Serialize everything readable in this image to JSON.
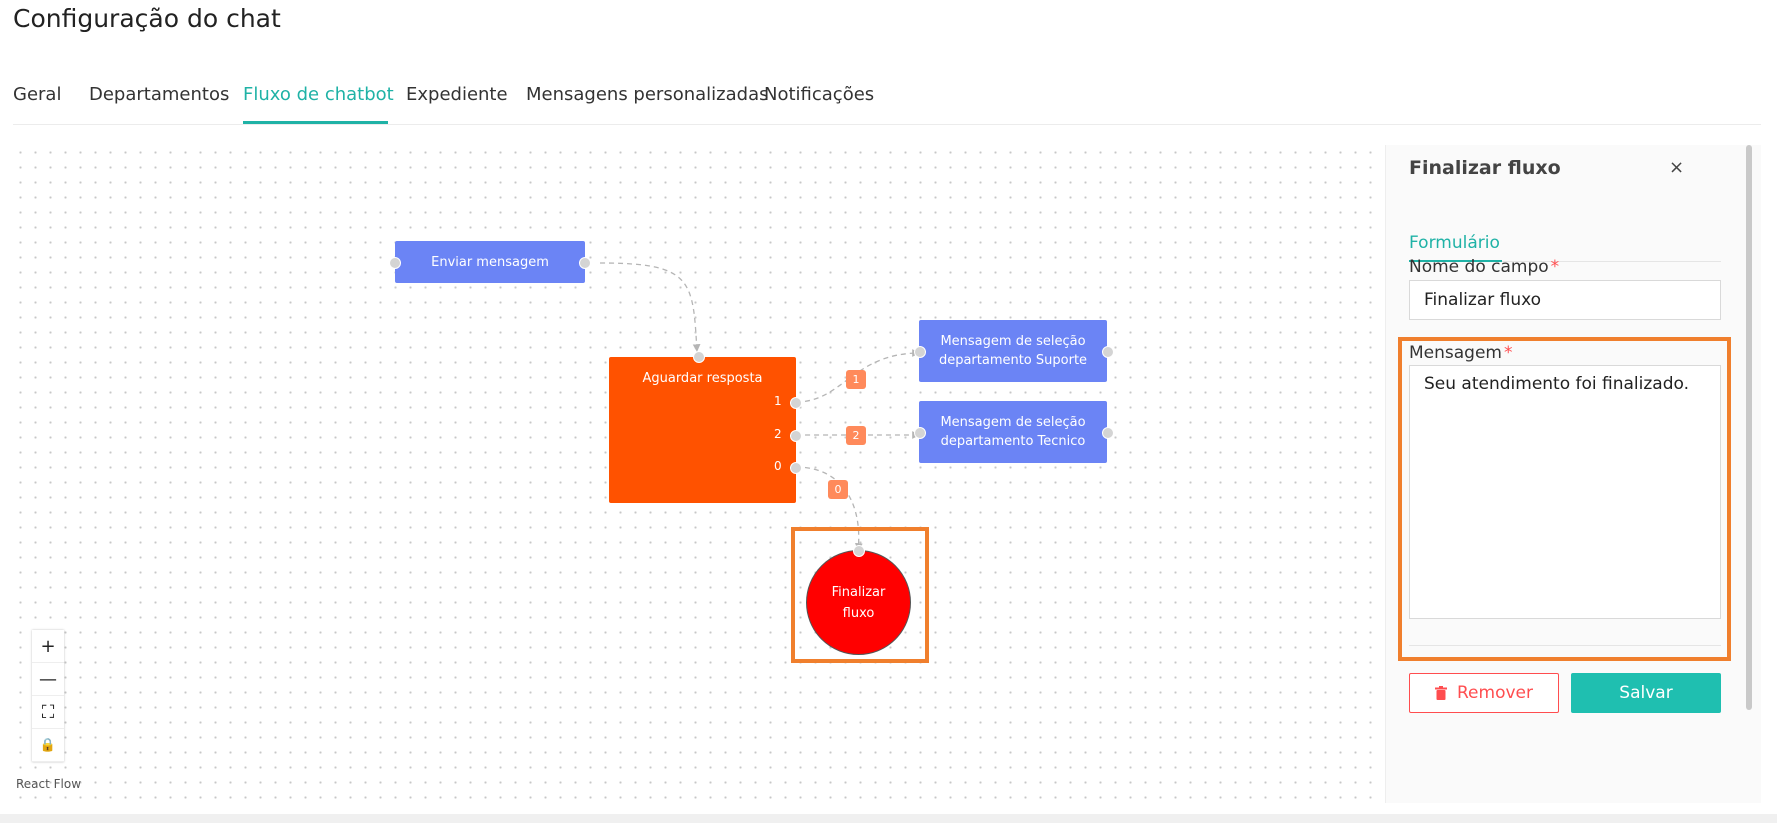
{
  "page": {
    "title": "Configuração do chat"
  },
  "tabs": [
    {
      "label": "Geral",
      "active": false
    },
    {
      "label": "Departamentos",
      "active": false
    },
    {
      "label": "Fluxo de chatbot",
      "active": true
    },
    {
      "label": "Expediente",
      "active": false
    },
    {
      "label": "Mensagens personalizadas",
      "active": false
    },
    {
      "label": "Notificações",
      "active": false
    }
  ],
  "flow": {
    "send_node": "Enviar mensagem",
    "wait_node": {
      "title": "Aguardar resposta",
      "ports": [
        "1",
        "2",
        "0"
      ]
    },
    "target_nodes": [
      {
        "line1": "Mensagem de seleção",
        "line2": "departamento Suporte"
      },
      {
        "line1": "Mensagem de seleção",
        "line2": "departamento Tecnico"
      }
    ],
    "edge_labels": [
      "1",
      "2",
      "0"
    ],
    "end_node": {
      "line1": "Finalizar",
      "line2": "fluxo"
    }
  },
  "controls": {
    "zoom_in": "+",
    "zoom_out": "—",
    "fit_view": "⛶",
    "lock": "🔒",
    "attribution": "React Flow"
  },
  "panel": {
    "title": "Finalizar fluxo",
    "close": "×",
    "tab": "Formulário",
    "field_name_label": "Nome do campo",
    "field_name_value": "Finalizar fluxo",
    "message_label": "Mensagem",
    "message_value": "Seu atendimento foi finalizado.",
    "required_mark": "*",
    "remove_label": "Remover",
    "save_label": "Salvar"
  },
  "colors": {
    "accent": "#1fb2a6",
    "node_blue": "#6b84f5",
    "node_orange": "#ff5200",
    "end_red": "#ff0000",
    "highlight": "#f07f2d",
    "danger": "#ff4d4f"
  }
}
